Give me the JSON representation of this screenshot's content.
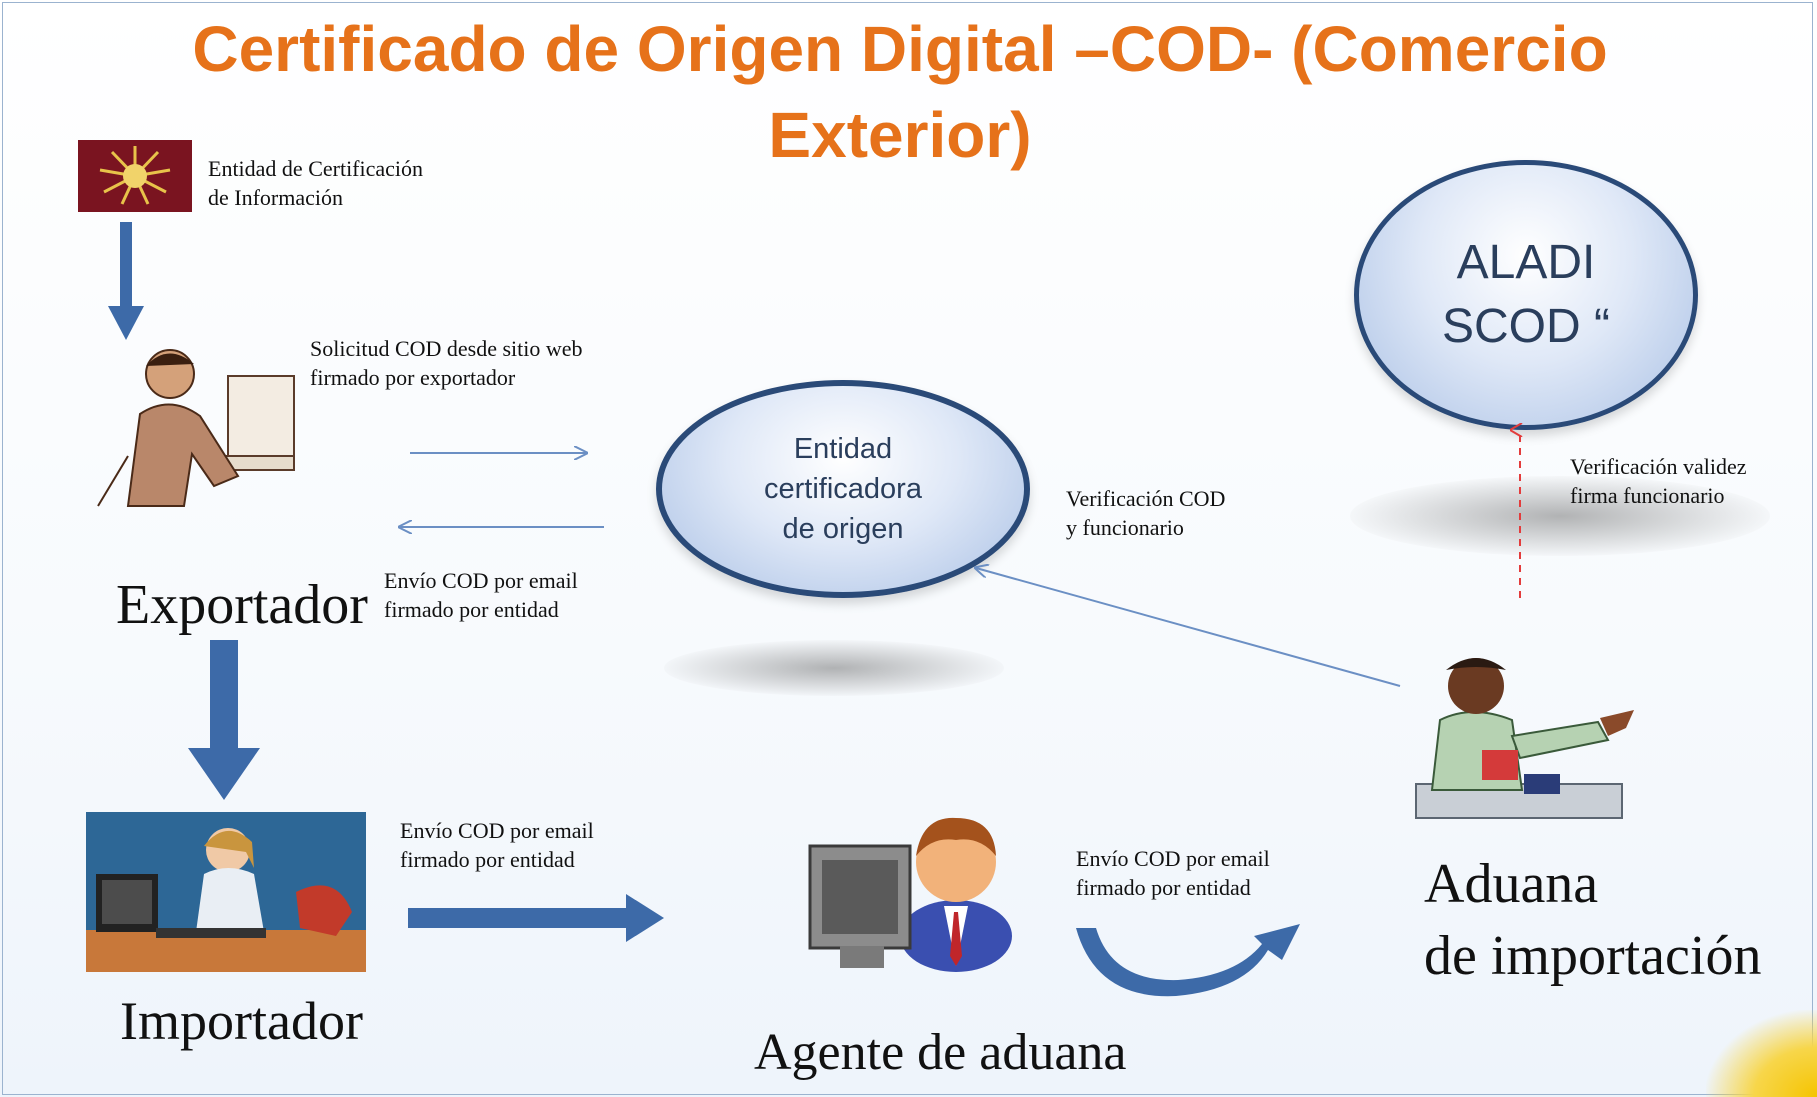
{
  "title": "Certificado de Origen Digital –COD- (Comercio Exterior)",
  "certification_entity": {
    "line1": "Entidad de Certificación",
    "line2": "de Información"
  },
  "exporter": {
    "label": "Exportador",
    "request_note": {
      "line1": "Solicitud COD desde  sitio web",
      "line2": "firmado por exportador"
    },
    "receive_note": {
      "line1": "Envío COD por email",
      "line2": "firmado por entidad"
    }
  },
  "origin_entity": {
    "line1": "Entidad",
    "line2": "certificadora",
    "line3": "de origen"
  },
  "aladi": {
    "line1": "ALADI",
    "line2": "SCOD “"
  },
  "verification_cod": {
    "line1": "Verificación COD",
    "line2": "y funcionario"
  },
  "verification_signature": {
    "line1": "Verificación validez",
    "line2": "firma funcionario"
  },
  "importer": {
    "label": "Importador",
    "send_note": {
      "line1": "Envío COD por email",
      "line2": "firmado por entidad"
    }
  },
  "customs_agent": {
    "label": "Agente de aduana",
    "send_note": {
      "line1": "Envío COD por email",
      "line2": "firmado por entidad"
    }
  },
  "import_customs": {
    "line1": "Aduana",
    "line2": "de importación"
  },
  "icons": [
    "seal-icon",
    "exporter-clipart-icon",
    "importer-clipart-icon",
    "agent-clipart-icon",
    "customs-officer-clipart-icon"
  ],
  "colors": {
    "title": "#e6721a",
    "arrow_dark": "#3d6aa8",
    "arrow_thin": "#6b8fc4",
    "dashed_red": "#e33c3c",
    "ellipse_border": "#2a4a78"
  }
}
